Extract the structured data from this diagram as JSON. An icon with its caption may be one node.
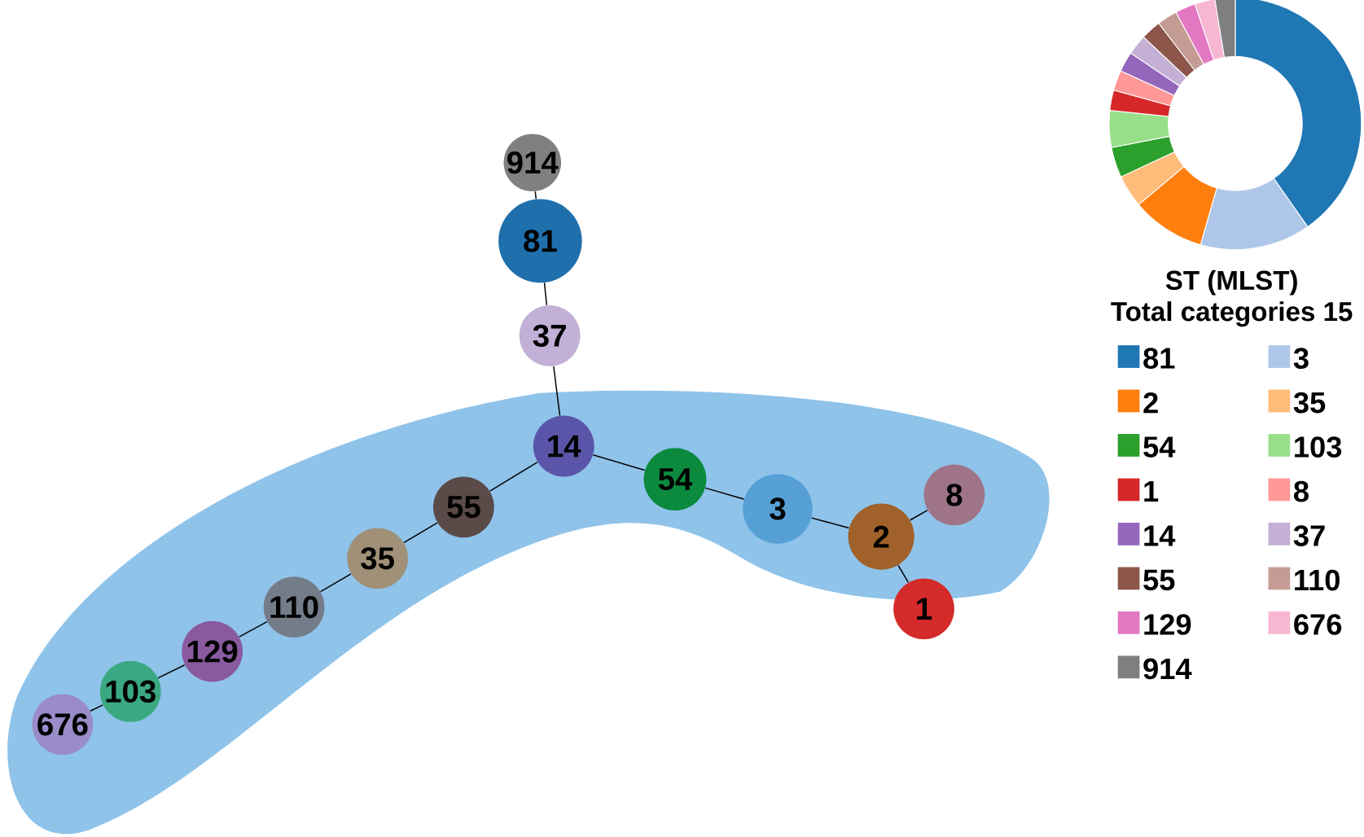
{
  "diagram": {
    "nodes": [
      {
        "text": [],
        "shape": "band"
      },
      {
        "text": [
          "914"
        ]
      },
      {
        "text": [
          "81"
        ]
      },
      {
        "text": [
          "37"
        ]
      },
      {
        "text": [
          "14"
        ],
        "in": 0
      },
      {
        "text": [
          "54"
        ],
        "in": 0
      },
      {
        "text": [
          "3"
        ],
        "in": 0
      },
      {
        "text": [
          "2"
        ],
        "in": 0
      },
      {
        "text": [
          "8"
        ],
        "in": 0
      },
      {
        "text": [
          "1"
        ]
      },
      {
        "text": [
          "55"
        ],
        "in": 0
      },
      {
        "text": [
          "35"
        ],
        "in": 0
      },
      {
        "text": [
          "110"
        ],
        "in": 0
      },
      {
        "text": [
          "129"
        ],
        "in": 0
      },
      {
        "text": [
          "103"
        ],
        "in": 0
      },
      {
        "text": [
          "676"
        ],
        "in": 0
      }
    ],
    "edges": [
      {
        "from": 1,
        "to": 2,
        "arrow": "none"
      },
      {
        "from": 2,
        "to": 3,
        "arrow": "none"
      },
      {
        "from": 3,
        "to": 4,
        "arrow": "none"
      },
      {
        "from": 4,
        "to": 5,
        "arrow": "none"
      },
      {
        "from": 5,
        "to": 6,
        "arrow": "none"
      },
      {
        "from": 6,
        "to": 7,
        "arrow": "none"
      },
      {
        "from": 7,
        "to": 8,
        "arrow": "none"
      },
      {
        "from": 7,
        "to": 9,
        "arrow": "none"
      },
      {
        "from": 4,
        "to": 10,
        "arrow": "none"
      },
      {
        "from": 10,
        "to": 11,
        "arrow": "none"
      },
      {
        "from": 11,
        "to": 12,
        "arrow": "none"
      },
      {
        "from": 12,
        "to": 13,
        "arrow": "none"
      },
      {
        "from": 13,
        "to": 14,
        "arrow": "none"
      },
      {
        "from": 14,
        "to": 15,
        "arrow": "none"
      }
    ],
    "labels": [
      "ST (MLST)",
      "Total categories 15"
    ],
    "legend": [
      {
        "text": "81",
        "color": "#1f77b4"
      },
      {
        "text": "3",
        "color": "#aec7e8"
      },
      {
        "text": "2",
        "color": "#ff7f0e"
      },
      {
        "text": "35",
        "color": "#ffbb78"
      },
      {
        "text": "54",
        "color": "#2ca02c"
      },
      {
        "text": "103",
        "color": "#98df8a"
      },
      {
        "text": "1",
        "color": "#d62728"
      },
      {
        "text": "8",
        "color": "#ff9896"
      },
      {
        "text": "14",
        "color": "#9467bd"
      },
      {
        "text": "37",
        "color": "#c5b0d5"
      },
      {
        "text": "55",
        "color": "#8c564b"
      },
      {
        "text": "110",
        "color": "#c49c94"
      },
      {
        "text": "129",
        "color": "#e377c2"
      },
      {
        "text": "676",
        "color": "#f7b6d2"
      },
      {
        "text": "914",
        "color": "#7f7f7f"
      }
    ]
  }
}
